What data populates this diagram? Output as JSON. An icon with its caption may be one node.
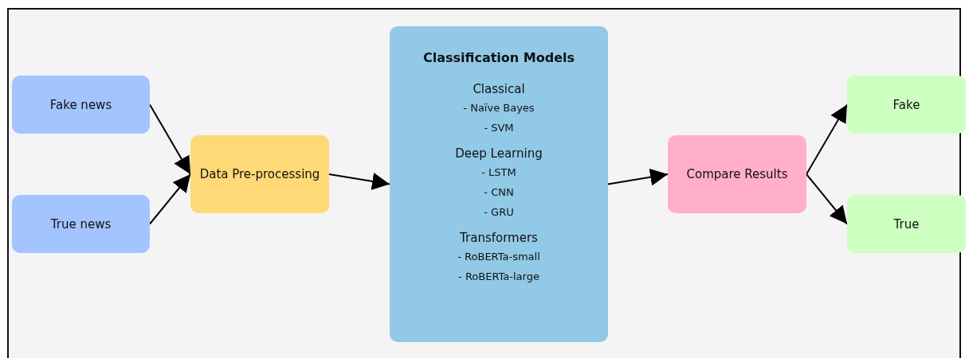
{
  "diagram": {
    "nodes": [
      {
        "text": [
          "Fake news"
        ]
      },
      {
        "text": [
          "True news"
        ]
      },
      {
        "text": [
          "Data Pre-processing"
        ]
      },
      {
        "text": [
          "Classification Models",
          "Classical",
          "- Naïve Bayes",
          "- SVM",
          "Deep Learning",
          "- LSTM",
          "- CNN",
          "- GRU",
          "Transformers",
          "- RoBERTa-small",
          "- RoBERTa-large"
        ]
      },
      {
        "text": [
          "Compare Results"
        ]
      },
      {
        "text": [
          "Fake"
        ]
      },
      {
        "text": [
          "True"
        ]
      }
    ],
    "edges": [
      {
        "from": 0,
        "to": 2,
        "arrow": "to"
      },
      {
        "from": 1,
        "to": 2,
        "arrow": "to"
      },
      {
        "from": 2,
        "to": 3,
        "arrow": "to"
      },
      {
        "from": 3,
        "to": 4,
        "arrow": "to"
      },
      {
        "from": 4,
        "to": 5,
        "arrow": "to"
      },
      {
        "from": 4,
        "to": 6,
        "arrow": "to"
      }
    ]
  }
}
